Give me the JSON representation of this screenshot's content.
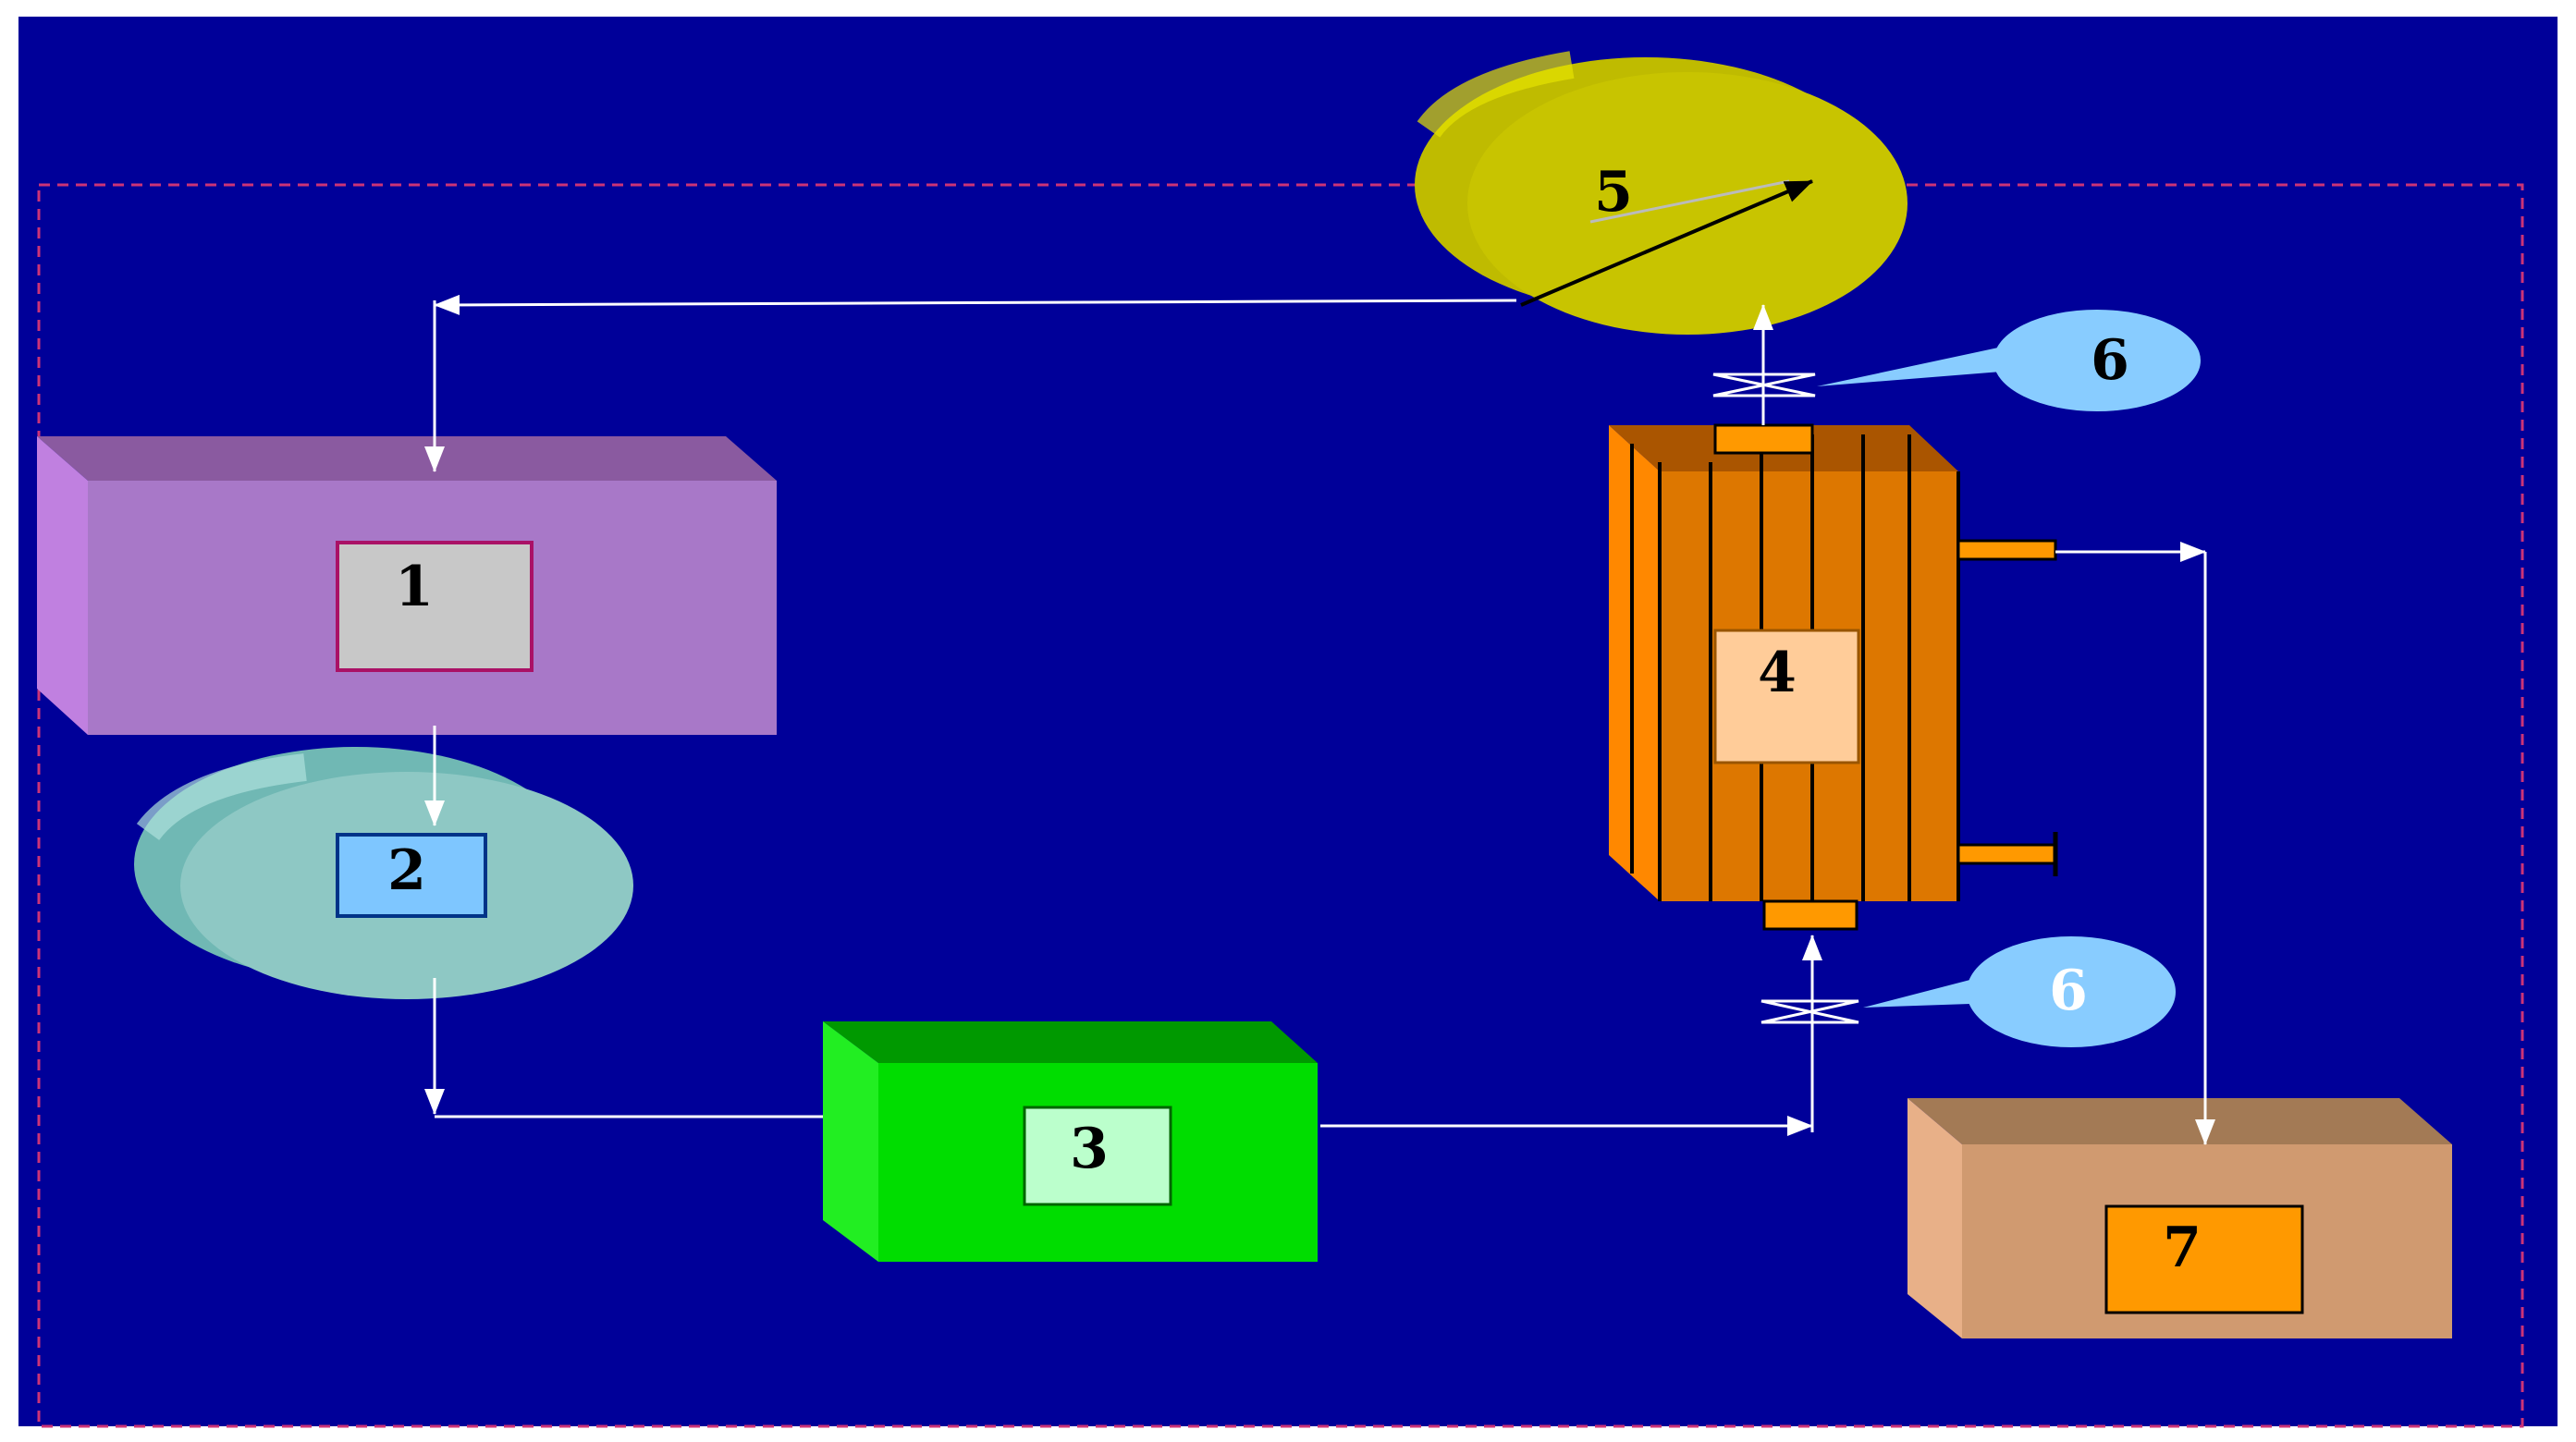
{
  "diagram": {
    "colors": {
      "background": "#000099",
      "frame": "#cc3377",
      "arrow": "#ffffff"
    },
    "nodes": [
      {
        "id": "n1",
        "label": "1",
        "shape": "box-3d",
        "color": "#a878c8"
      },
      {
        "id": "n2",
        "label": "2",
        "shape": "disc-3d",
        "color": "#8ec8c4"
      },
      {
        "id": "n3",
        "label": "3",
        "shape": "box-3d",
        "color": "#00dd00"
      },
      {
        "id": "n4",
        "label": "4",
        "shape": "column",
        "color": "#dd7700"
      },
      {
        "id": "n5",
        "label": "5",
        "shape": "disc-3d",
        "color": "#c8c400"
      },
      {
        "id": "n6a",
        "label": "6",
        "shape": "callout",
        "color": "#88ccff"
      },
      {
        "id": "n6b",
        "label": "6",
        "shape": "callout",
        "color": "#88ccff"
      },
      {
        "id": "n7",
        "label": "7",
        "shape": "box-3d",
        "color": "#d09a70"
      }
    ],
    "edges": [
      {
        "from": "n5",
        "to": "n1"
      },
      {
        "from": "n1",
        "to": "n2"
      },
      {
        "from": "n2",
        "to": "n3"
      },
      {
        "from": "n3",
        "to": "n4"
      },
      {
        "from": "n4",
        "to": "n5"
      },
      {
        "from": "n4",
        "to": "n7"
      }
    ]
  }
}
